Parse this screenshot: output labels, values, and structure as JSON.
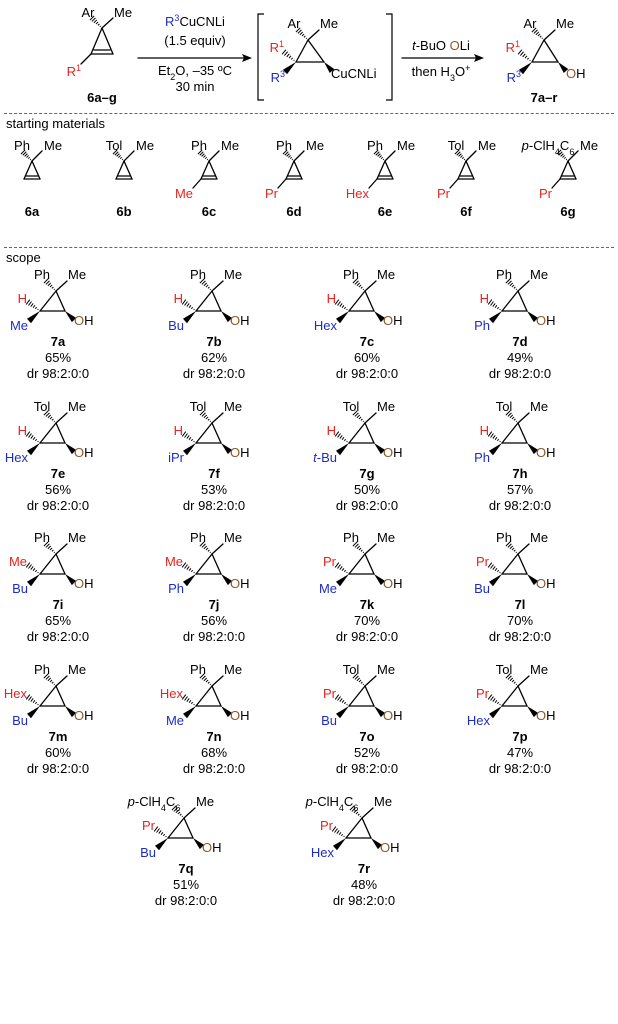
{
  "colors": {
    "black": "#000000",
    "red": "#e8231e",
    "blue": "#1e2cc8",
    "brown": "#8b5a2b"
  },
  "reaction": {
    "reactant": {
      "ar": "Ar",
      "me": "Me",
      "r1": "R",
      "r1_sup": "1",
      "label": "6a–g"
    },
    "reagent_r3": "R",
    "reagent_r3_sup": "3",
    "reagent_rest": "CuCNLi",
    "reagent_equiv": "(1.5 equiv)",
    "conditions_solvent": "Et",
    "conditions_solvent_sub": "2",
    "conditions_solvent_rest": "O, –35 ºC",
    "conditions_time": "30 min",
    "intermediate": {
      "ar": "Ar",
      "me": "Me",
      "r1": "R",
      "r1_sup": "1",
      "r3": "R",
      "r3_sup": "3",
      "cu": "CuCNLi"
    },
    "step2_a": "t",
    "step2_b": "-BuO",
    "step2_o": "O",
    "step2_c": "Li",
    "step2_d": "then H",
    "step2_d_sub": "3",
    "step2_d_rest": "O",
    "step2_d_sup": "+",
    "product": {
      "ar": "Ar",
      "me": "Me",
      "r1": "R",
      "r1_sup": "1",
      "r3": "R",
      "r3_sup": "3",
      "o": "O",
      "h": "H",
      "label": "7a–r"
    }
  },
  "starting_materials_title": "starting materials",
  "starting_materials": [
    {
      "id": "6a",
      "top": "Ph",
      "me": "Me",
      "sub": ""
    },
    {
      "id": "6b",
      "top": "Tol",
      "me": "Me",
      "sub": ""
    },
    {
      "id": "6c",
      "top": "Ph",
      "me": "Me",
      "sub": "Me"
    },
    {
      "id": "6d",
      "top": "Ph",
      "me": "Me",
      "sub": "Pr"
    },
    {
      "id": "6e",
      "top": "Ph",
      "me": "Me",
      "sub": "Hex"
    },
    {
      "id": "6f",
      "top": "Tol",
      "me": "Me",
      "sub": "Pr"
    },
    {
      "id": "6g",
      "top": "p-ClH4C6",
      "me": "Me",
      "sub": "Pr"
    }
  ],
  "scope_title": "scope",
  "products": [
    {
      "id": "7a",
      "top": "Ph",
      "r1": "H",
      "r3": "Me",
      "yield": "65%",
      "dr": "dr  98:2:0:0"
    },
    {
      "id": "7b",
      "top": "Ph",
      "r1": "H",
      "r3": "Bu",
      "yield": "62%",
      "dr": "dr  98:2:0:0"
    },
    {
      "id": "7c",
      "top": "Ph",
      "r1": "H",
      "r3": "Hex",
      "yield": "60%",
      "dr": "dr  98:2:0:0"
    },
    {
      "id": "7d",
      "top": "Ph",
      "r1": "H",
      "r3": "Ph",
      "yield": "49%",
      "dr": "dr  98:2:0:0"
    },
    {
      "id": "7e",
      "top": "Tol",
      "r1": "H",
      "r3": "Hex",
      "yield": "56%",
      "dr": "dr  98:2:0:0"
    },
    {
      "id": "7f",
      "top": "Tol",
      "r1": "H",
      "r3": "iPr",
      "yield": "53%",
      "dr": "dr  98:2:0:0"
    },
    {
      "id": "7g",
      "top": "Tol",
      "r1": "H",
      "r3": "t-Bu",
      "yield": "50%",
      "dr": "dr  98:2:0:0"
    },
    {
      "id": "7h",
      "top": "Tol",
      "r1": "H",
      "r3": "Ph",
      "yield": "57%",
      "dr": "dr  98:2:0:0"
    },
    {
      "id": "7i",
      "top": "Ph",
      "r1": "Me",
      "r3": "Bu",
      "yield": "65%",
      "dr": "dr  98:2:0:0"
    },
    {
      "id": "7j",
      "top": "Ph",
      "r1": "Me",
      "r3": "Ph",
      "yield": "56%",
      "dr": "dr  98:2:0:0"
    },
    {
      "id": "7k",
      "top": "Ph",
      "r1": "Pr",
      "r3": "Me",
      "yield": "70%",
      "dr": "dr  98:2:0:0"
    },
    {
      "id": "7l",
      "top": "Ph",
      "r1": "Pr",
      "r3": "Bu",
      "yield": "70%",
      "dr": "dr  98:2:0:0"
    },
    {
      "id": "7m",
      "top": "Ph",
      "r1": "Hex",
      "r3": "Bu",
      "yield": "60%",
      "dr": "dr  98:2:0:0"
    },
    {
      "id": "7n",
      "top": "Ph",
      "r1": "Hex",
      "r3": "Me",
      "yield": "68%",
      "dr": "dr  98:2:0:0"
    },
    {
      "id": "7o",
      "top": "Tol",
      "r1": "Pr",
      "r3": "Bu",
      "yield": "52%",
      "dr": "dr  98:2:0:0"
    },
    {
      "id": "7p",
      "top": "Tol",
      "r1": "Pr",
      "r3": "Hex",
      "yield": "47%",
      "dr": "dr  98:2:0:0"
    },
    {
      "id": "7q",
      "top": "p-ClH4C6",
      "r1": "Pr",
      "r3": "Bu",
      "yield": "51%",
      "dr": "dr  98:2:0:0"
    },
    {
      "id": "7r",
      "top": "p-ClH4C6",
      "r1": "Pr",
      "r3": "Hex",
      "yield": "48%",
      "dr": "dr  98:2:0:0"
    }
  ],
  "product_me": "Me",
  "product_o": "O",
  "product_h": "H"
}
